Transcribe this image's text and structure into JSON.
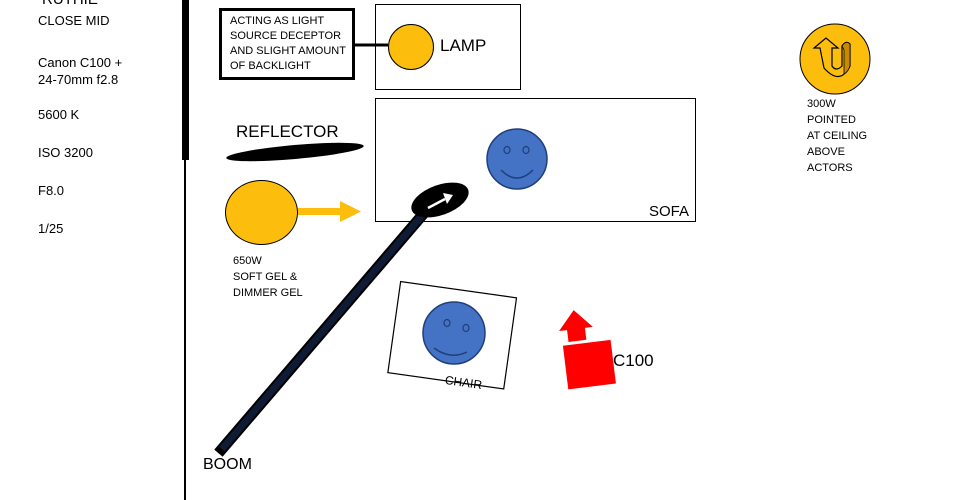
{
  "sidebar": {
    "title": "RUTHIE",
    "shot": "CLOSE MID",
    "camera_line1": "Canon C100 +",
    "camera_line2": "24-70mm f2.8",
    "kelvin": "5600 K",
    "iso": "ISO 3200",
    "aperture": "F8.0",
    "shutter": "1/25"
  },
  "note": {
    "line1": "ACTING AS LIGHT",
    "line2": "SOURCE DECEPTOR",
    "line3": "AND SLIGHT AMOUNT",
    "line4": "OF BACKLIGHT"
  },
  "lamp_label": "LAMP",
  "reflector_label": "REFLECTOR",
  "sofa_label": "SOFA",
  "key_light": {
    "line1": "650W",
    "line2": "SOFT GEL &",
    "line3": "DIMMER GEL"
  },
  "top_light": {
    "line1": "300W",
    "line2": "POINTED",
    "line3": "AT CEILING",
    "line4": "ABOVE",
    "line5": "ACTORS"
  },
  "chair_label": "CHAIR",
  "camera_label": "C100",
  "boom_label": "BOOM",
  "colors": {
    "light": "#fdbd0d",
    "actor": "#4472c4",
    "camera": "#ff0000",
    "boom": "#0f1a35",
    "arrow": "#fdbd0d"
  }
}
